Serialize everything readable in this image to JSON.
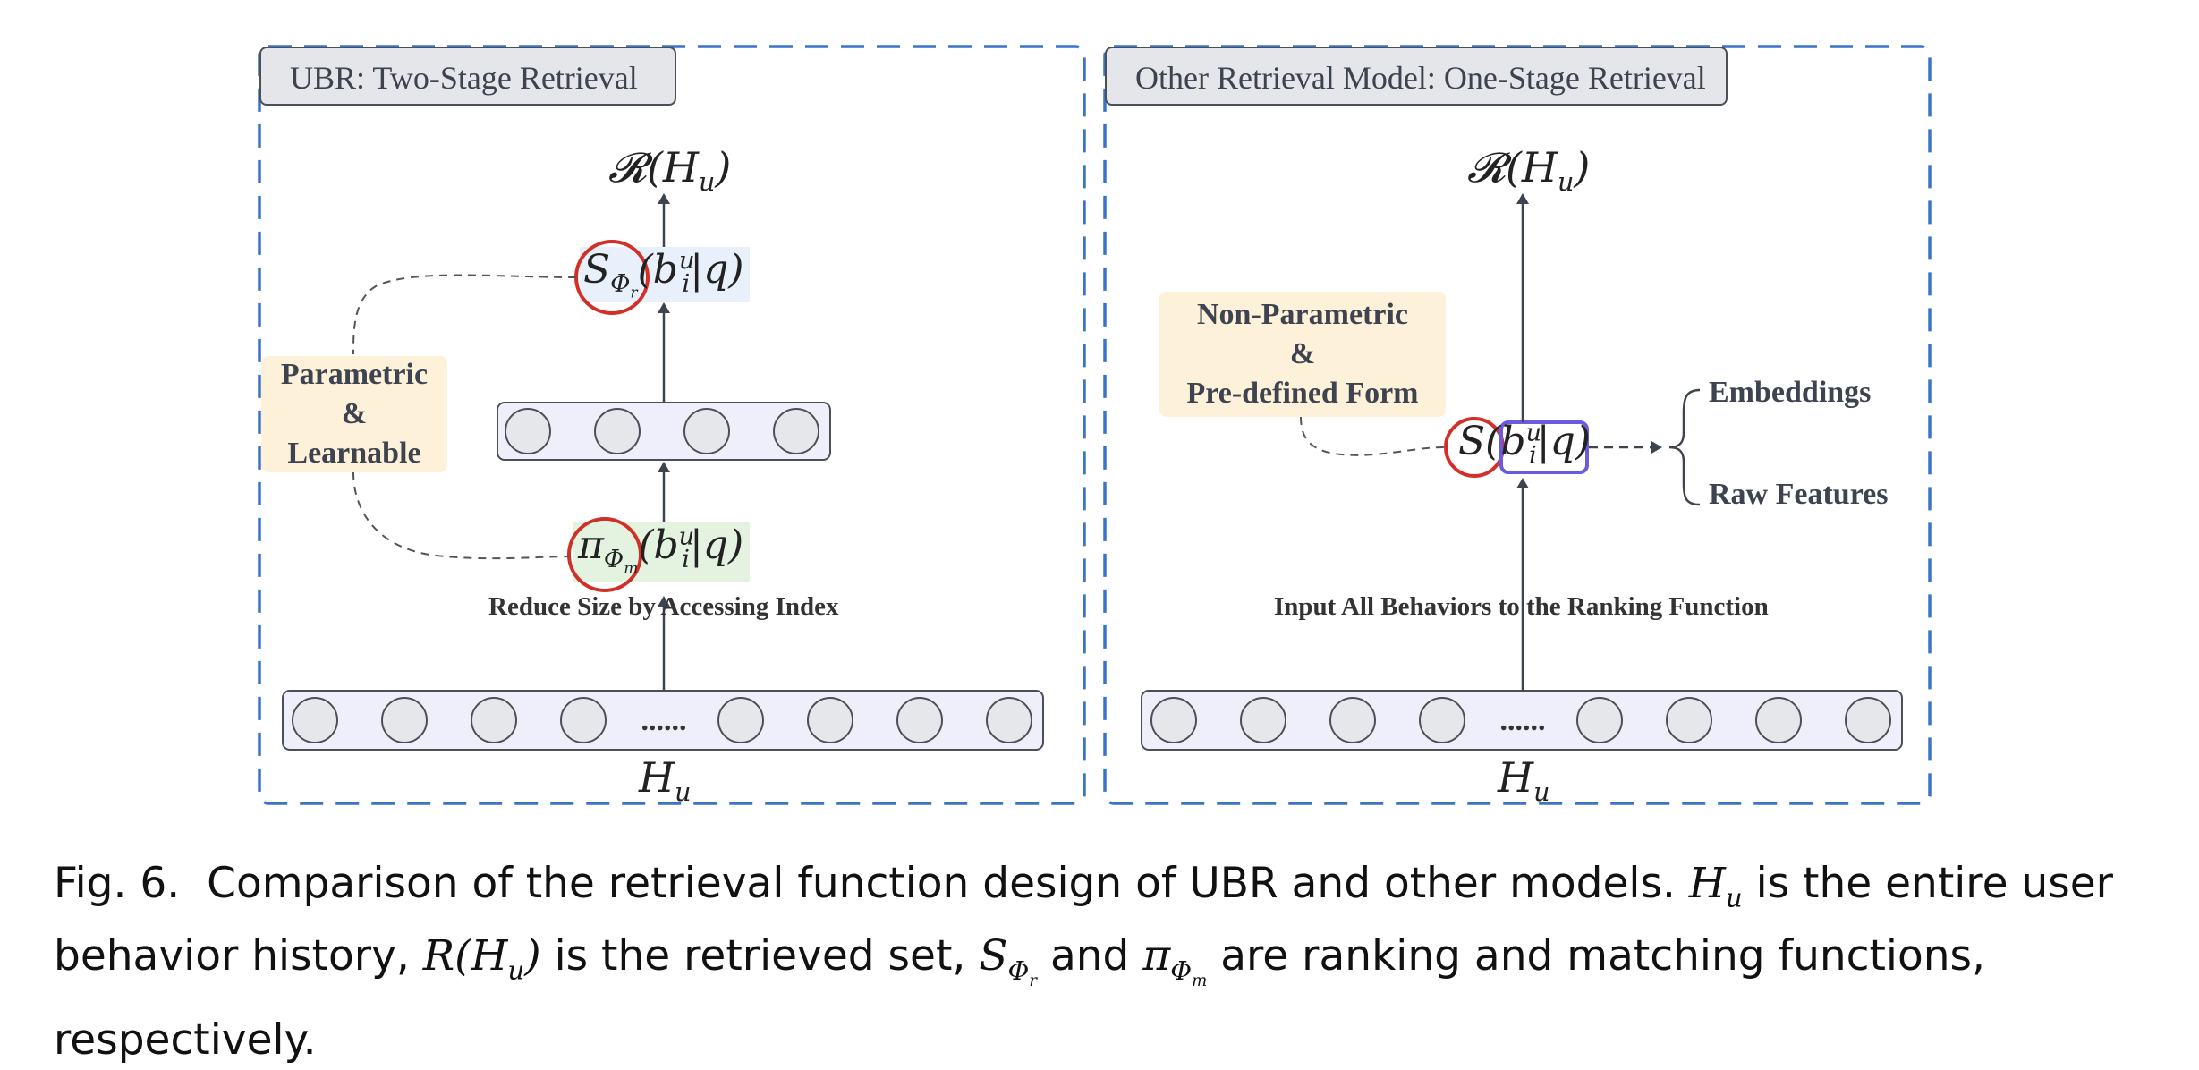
{
  "panels": {
    "left_title": "UBR: Two-Stage Retrieval",
    "right_title": "Other Retrieval Model: One-Stage Retrieval"
  },
  "left": {
    "output": "𝓡(H_u)",
    "note_lines": [
      "Parametric",
      "&",
      "Learnable"
    ],
    "rank_fn": "S_Φr(b_i^u|q)",
    "match_fn": "π_Φm(b_i^u|q)",
    "arrow_label": "Reduce Size by Accessing Index",
    "input": "H_u",
    "ellipsis": "......"
  },
  "right": {
    "output": "𝓡(H_u)",
    "note_lines": [
      "Non-Parametric",
      "&",
      "Pre-defined Form"
    ],
    "rank_fn": "S(b_i^u|q)",
    "arrow_label": "Input All Behaviors to the Ranking Function",
    "brace_items": [
      "Embeddings",
      "Raw Features"
    ],
    "input": "H_u",
    "ellipsis": "......"
  },
  "caption": {
    "fig": "Fig. 6.",
    "t1": "Comparison of the retrieval function design of UBR and other models.",
    "m1": "H",
    "m1sub": "u",
    "t2": "is the entire user behavior history,",
    "m2": "R(H",
    "m2sub": "u",
    "m2end": ")",
    "t3": "is the retrieved set,",
    "m3": "S",
    "m3sub": "Φ",
    "m3subsub": "r",
    "t4": "and",
    "m4": "π",
    "m4sub": "Φ",
    "m4subsub": "m",
    "t5": "are ranking and matching functions, respectively."
  },
  "colors": {
    "panel_border": "#3a74c9",
    "highlight_circle": "#d22f27",
    "highlight_box": "#6a5adf",
    "node_fill": "#e6e7ea",
    "bar_fill": "#eeeffa",
    "note_fill": "#fdf1d9",
    "rank_bg": "#e8f0fb",
    "match_bg": "#e3f3df"
  }
}
